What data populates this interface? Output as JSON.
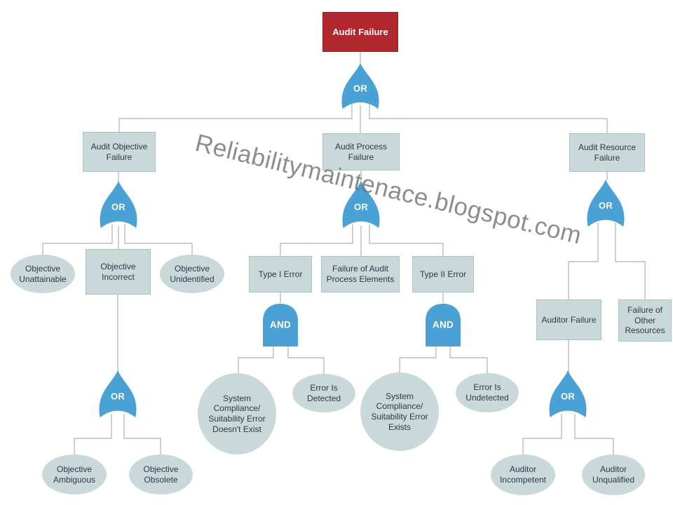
{
  "watermark": {
    "text": "Reliabilitymaintenace.blogspot.com"
  },
  "colors": {
    "root_fill": "#b0272e",
    "node_fill": "#c9d9da",
    "gate_fill": "#4aa1d6",
    "connector": "#a9b0b2",
    "node_text": "#293a49",
    "root_text": "#ffffff",
    "watermark_text": "#757575"
  },
  "gate_labels": {
    "or": "OR",
    "and": "AND"
  },
  "nodes": {
    "root": {
      "label": "Audit Failure"
    },
    "audit_objective_failure": {
      "label": "Audit Objective Failure"
    },
    "audit_process_failure": {
      "label": "Audit Process Failure"
    },
    "audit_resource_failure": {
      "label": "Audit Resource Failure"
    },
    "objective_unattainable": {
      "label": "Objective Unattainable"
    },
    "objective_incorrect": {
      "label": "Objective Incorrect"
    },
    "objective_unidentified": {
      "label": "Objective Unidentified"
    },
    "objective_ambiguous": {
      "label": "Objective Ambiguous"
    },
    "objective_obsolete": {
      "label": "Objective Obsolete"
    },
    "type_i_error": {
      "label": "Type I Error"
    },
    "failure_of_audit_process_elements": {
      "label": "Failure of Audit Process Elements"
    },
    "type_ii_error": {
      "label": "Type II Error"
    },
    "system_compliance_error_doesnt_exist": {
      "label": "System Compliance/ Suitability Error Doesn't Exist"
    },
    "error_is_detected": {
      "label": "Error Is Detected"
    },
    "system_compliance_error_exists": {
      "label": "System Compliance/ Suitability Error Exists"
    },
    "error_is_undetected": {
      "label": "Error Is Undetected"
    },
    "auditor_failure": {
      "label": "Auditor Failure"
    },
    "failure_of_other_resources": {
      "label": "Failure of Other Resources"
    },
    "auditor_incompetent": {
      "label": "Auditor Incompetent"
    },
    "auditor_unqualified": {
      "label": "Auditor Unqualified"
    }
  }
}
